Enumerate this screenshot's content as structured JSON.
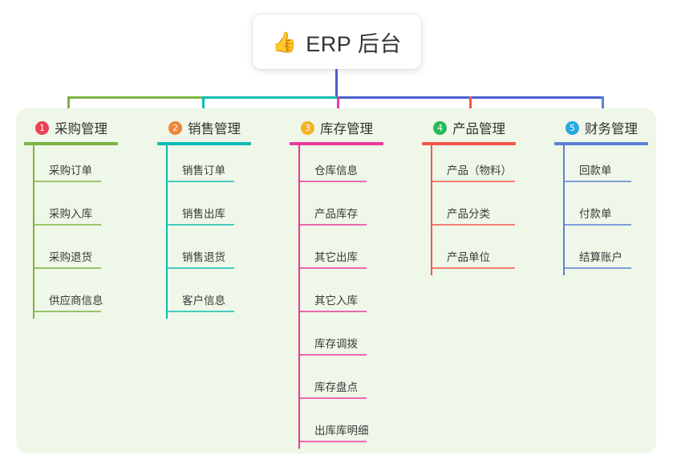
{
  "diagram": {
    "type": "mind-map",
    "root": {
      "emoji": "👍",
      "icon_name": "thumbs-up-icon",
      "title": "ERP 后台"
    },
    "panel_color": "#eff7e8",
    "stem_color": "#4a5fd0",
    "branches": [
      {
        "number": "1",
        "title": "采购管理",
        "badge_color": "#ef4055",
        "line_color": "#7cb342",
        "children": [
          "采购订单",
          "采购入库",
          "采购退货",
          "供应商信息"
        ]
      },
      {
        "number": "2",
        "title": "销售管理",
        "badge_color": "#f08437",
        "line_color": "#0bbdb2",
        "children": [
          "销售订单",
          "销售出库",
          "销售退货",
          "客户信息"
        ]
      },
      {
        "number": "3",
        "title": "库存管理",
        "badge_color": "#f6b225",
        "line_color": "#e8399e",
        "children": [
          "仓库信息",
          "产品库存",
          "其它出库",
          "其它入库",
          "库存调拨",
          "库存盘点",
          "出库库明细"
        ]
      },
      {
        "number": "4",
        "title": "产品管理",
        "badge_color": "#2aba5a",
        "line_color": "#f5554a",
        "children": [
          "产品（物料）",
          "产品分类",
          "产品单位"
        ]
      },
      {
        "number": "5",
        "title": "财务管理",
        "badge_color": "#25a7e0",
        "line_color": "#5d7fd6",
        "children": [
          "回款单",
          "付款单",
          "结算账户"
        ]
      }
    ]
  }
}
